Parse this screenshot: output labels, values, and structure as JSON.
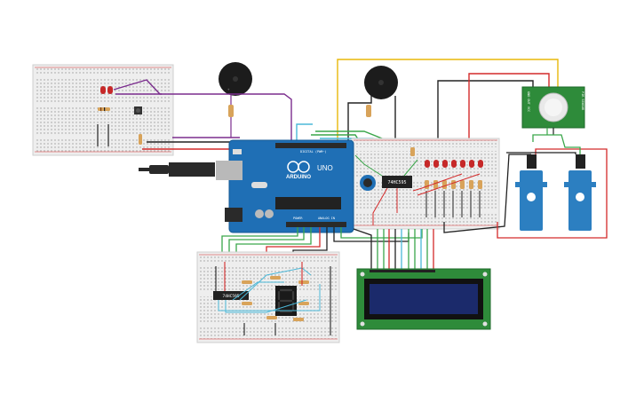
{
  "arduino": {
    "brand_label": "ARDUINO",
    "model_label": "UNO",
    "power_label": "POWER",
    "analog_label": "ANALOG IN",
    "digital_label": "DIGITAL (PWM~)"
  },
  "chips": {
    "shift_register_main": "74HC595",
    "shift_register_display": "74HC595"
  },
  "pir": {
    "left_label": "GND OUT VCC",
    "right_label": "PIR SENSOR"
  },
  "colors": {
    "board_blue": "#1f6fb5",
    "wire_red": "#d42a2a",
    "wire_black": "#222222",
    "wire_green": "#3aa64a",
    "wire_purple": "#7b2d8e",
    "wire_yellow": "#e8b80a",
    "wire_cyan": "#4bb8d8",
    "lcd_screen": "#1b2a6b",
    "pcb_green": "#2e8b3a",
    "servo_blue": "#2c7fc1"
  }
}
